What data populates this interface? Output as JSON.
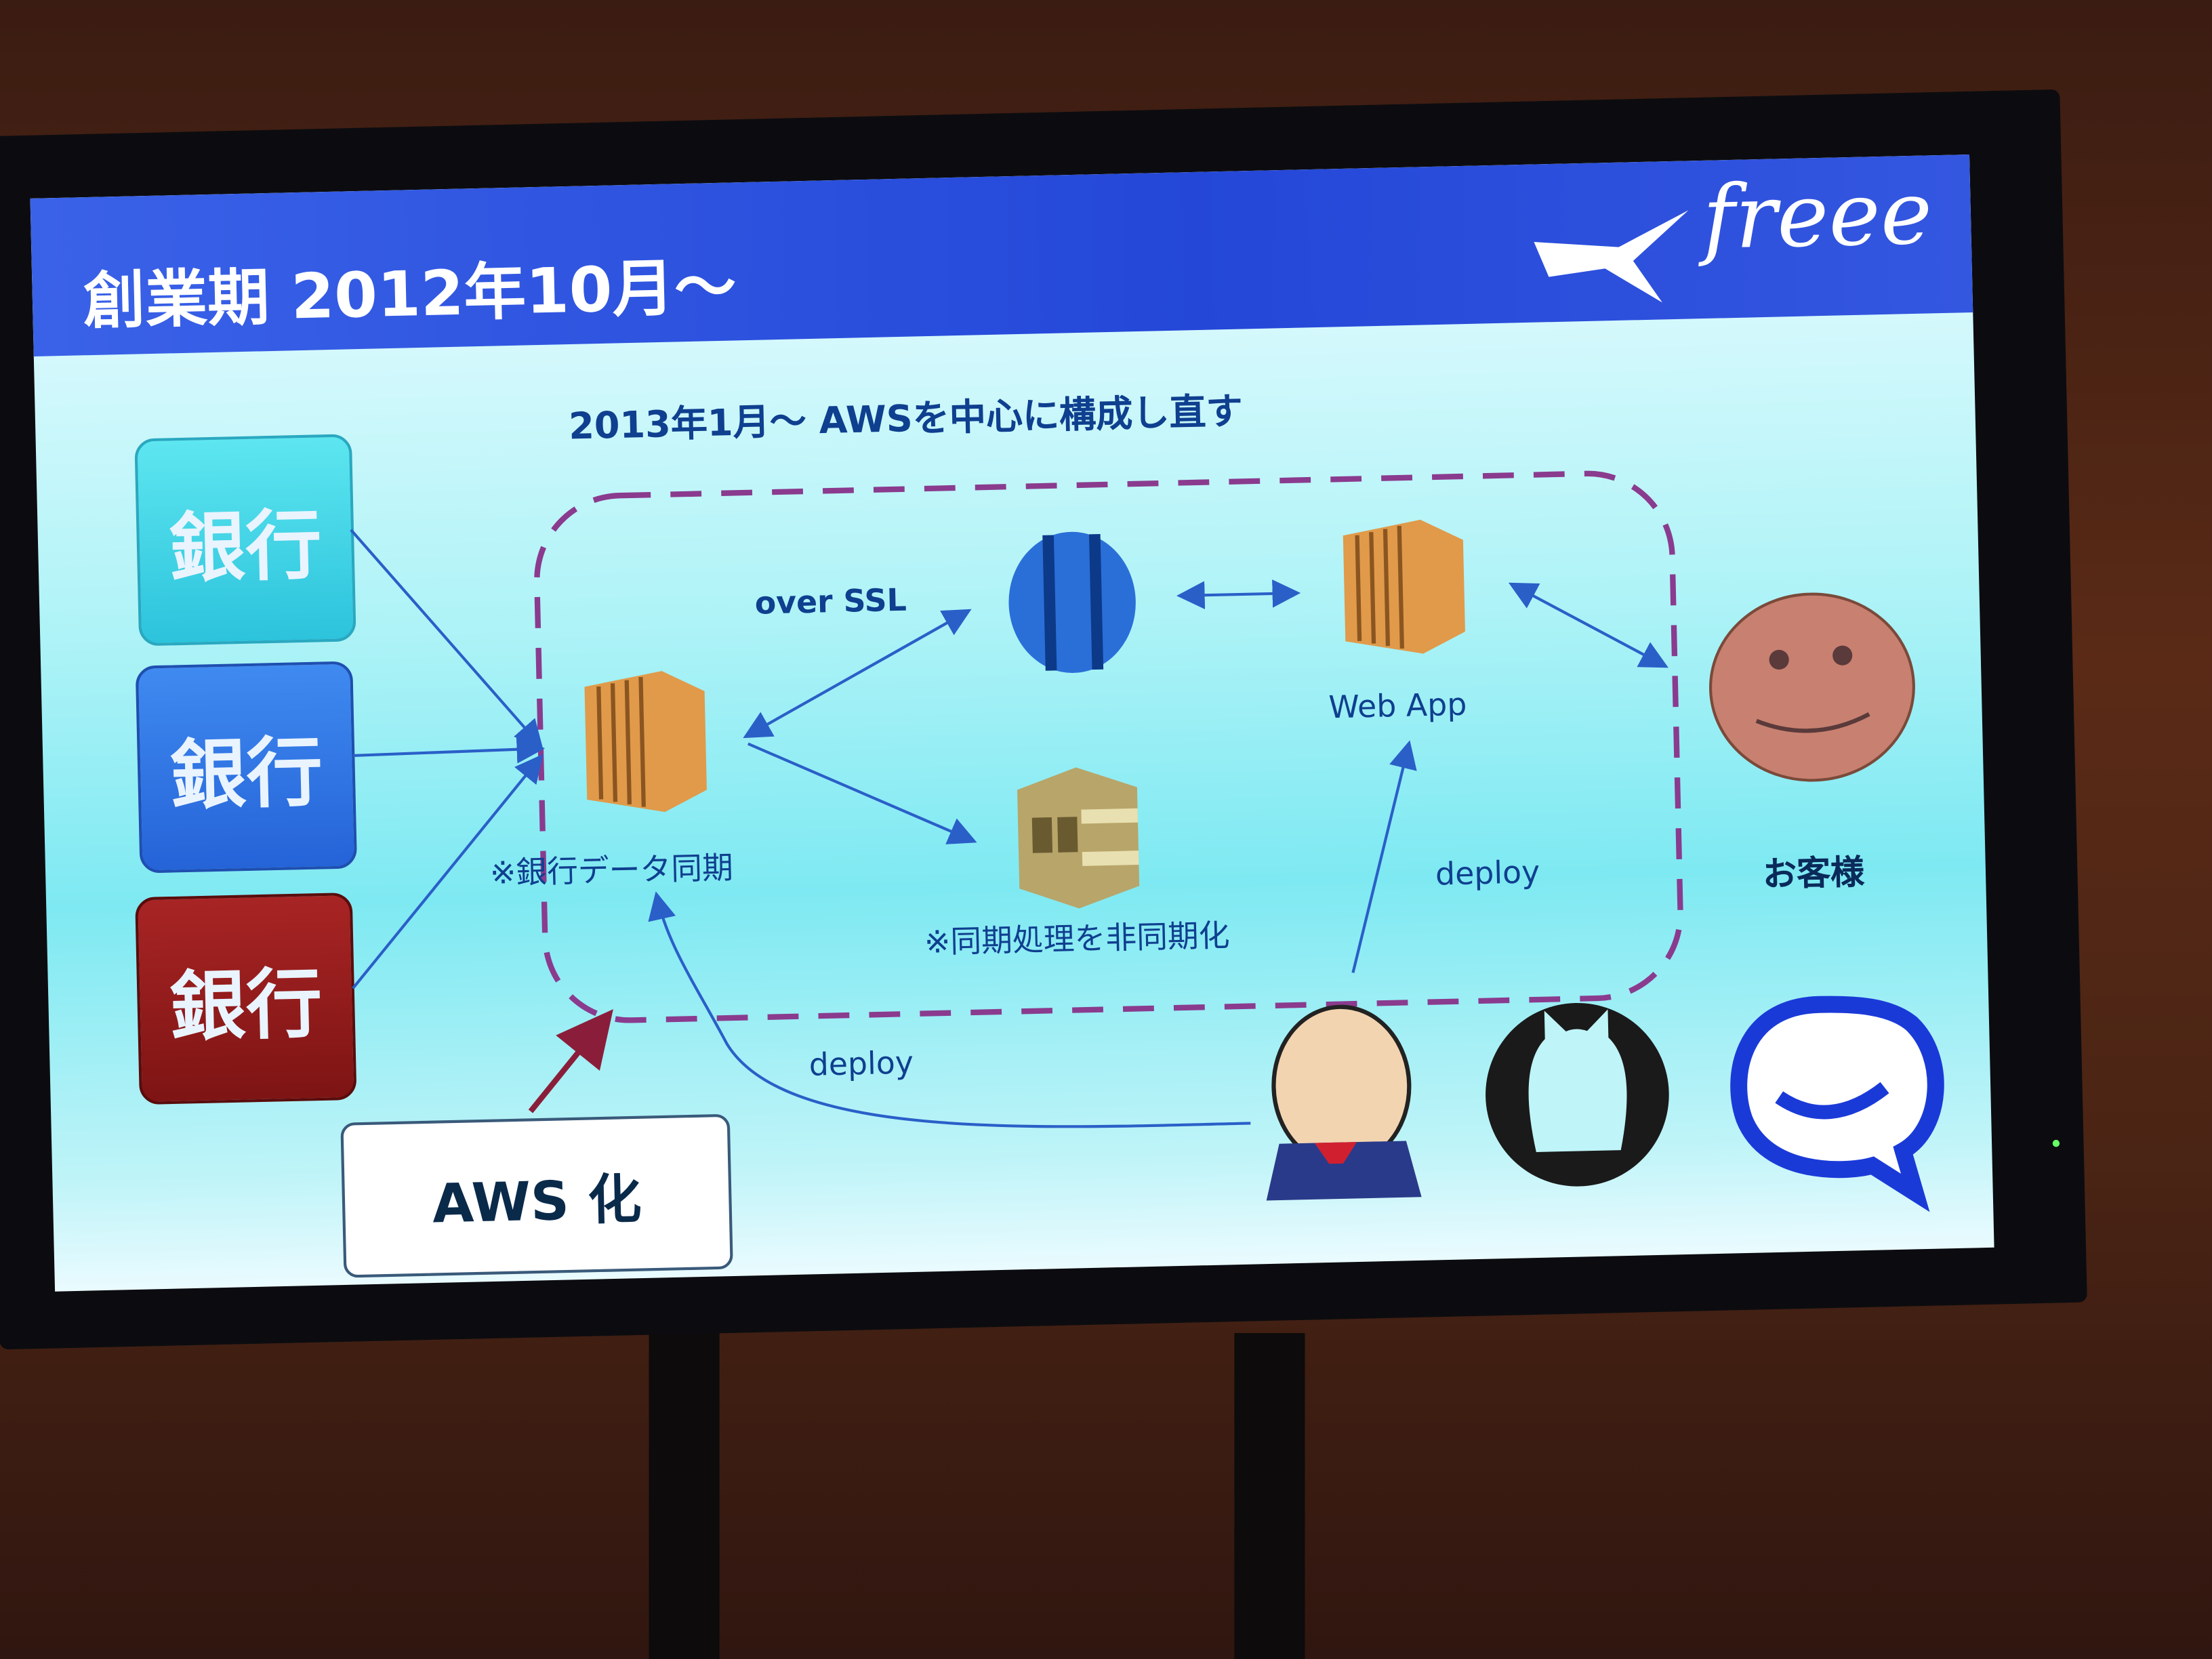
{
  "slide": {
    "title": "創業期 2012年10月～",
    "logo": "freee",
    "subtitle": "2013年1月～ AWSを中心に構成し直す",
    "banks": [
      {
        "label": "銀行",
        "color": "#3fd6e6"
      },
      {
        "label": "銀行",
        "color": "#2f74e0"
      },
      {
        "label": "銀行",
        "color": "#9a1e1e"
      }
    ],
    "labels": {
      "over_ssl": "over SSL",
      "ec2_bank_sync": "※銀行データ同期",
      "sqs_async": "※同期処理を非同期化",
      "web_app": "Web App",
      "deploy_right": "deploy",
      "deploy_left": "deploy",
      "customer": "お客様",
      "aws_box": "AWS 化"
    },
    "colors": {
      "title_bar": "#2a4fe0",
      "dashed_border": "#8a3b8e",
      "arrow": "#2a5fc8",
      "aws_orange": "#e09a4a",
      "dynamo": "#2a6fd8"
    }
  }
}
